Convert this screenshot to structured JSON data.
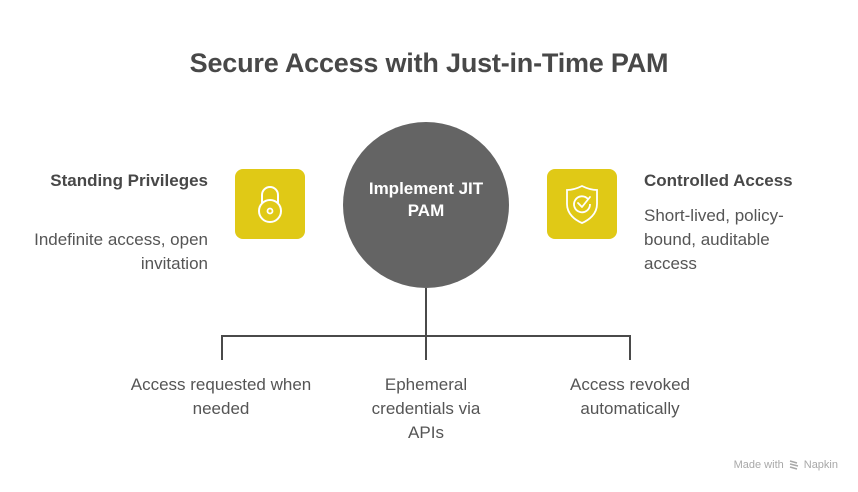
{
  "title": "Secure Access with Just-in-Time PAM",
  "hub": {
    "label": "Implement JIT PAM",
    "color": "#646464"
  },
  "accent_color": "#e0c916",
  "left": {
    "icon": "padlock-icon",
    "title": "Standing Privileges",
    "description": "Indefinite access, open invitation"
  },
  "right": {
    "icon": "shield-check-icon",
    "title": "Controlled Access",
    "description": "Short-lived, policy-bound, auditable access"
  },
  "branches": [
    {
      "label": "Access requested when needed"
    },
    {
      "label": "Ephemeral credentials via APIs"
    },
    {
      "label": "Access revoked automatically"
    }
  ],
  "footer": {
    "prefix": "Made with",
    "brand": "Napkin",
    "icon": "napkin-logo-icon"
  }
}
